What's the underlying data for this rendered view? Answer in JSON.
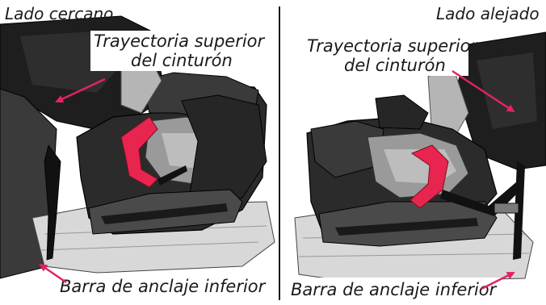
{
  "near_side": {
    "side_label": "Lado cercano",
    "upper_path_line1": "Trayectoria superior",
    "upper_path_line2": "del cinturón",
    "lower_bar": "Barra de anclaje inferior"
  },
  "far_side": {
    "side_label": "Lado alejado",
    "upper_path_line1": "Trayectoria superior",
    "upper_path_line2": "del cinturón",
    "lower_bar": "Barra de anclaje inferior"
  },
  "colors": {
    "arrow": "#e0245e",
    "belt_guide": "#e8254f",
    "seat_shell": "#2b2b2b",
    "cushion": "#9a9a9a",
    "vehicle_seat": "#1e1e1e"
  }
}
